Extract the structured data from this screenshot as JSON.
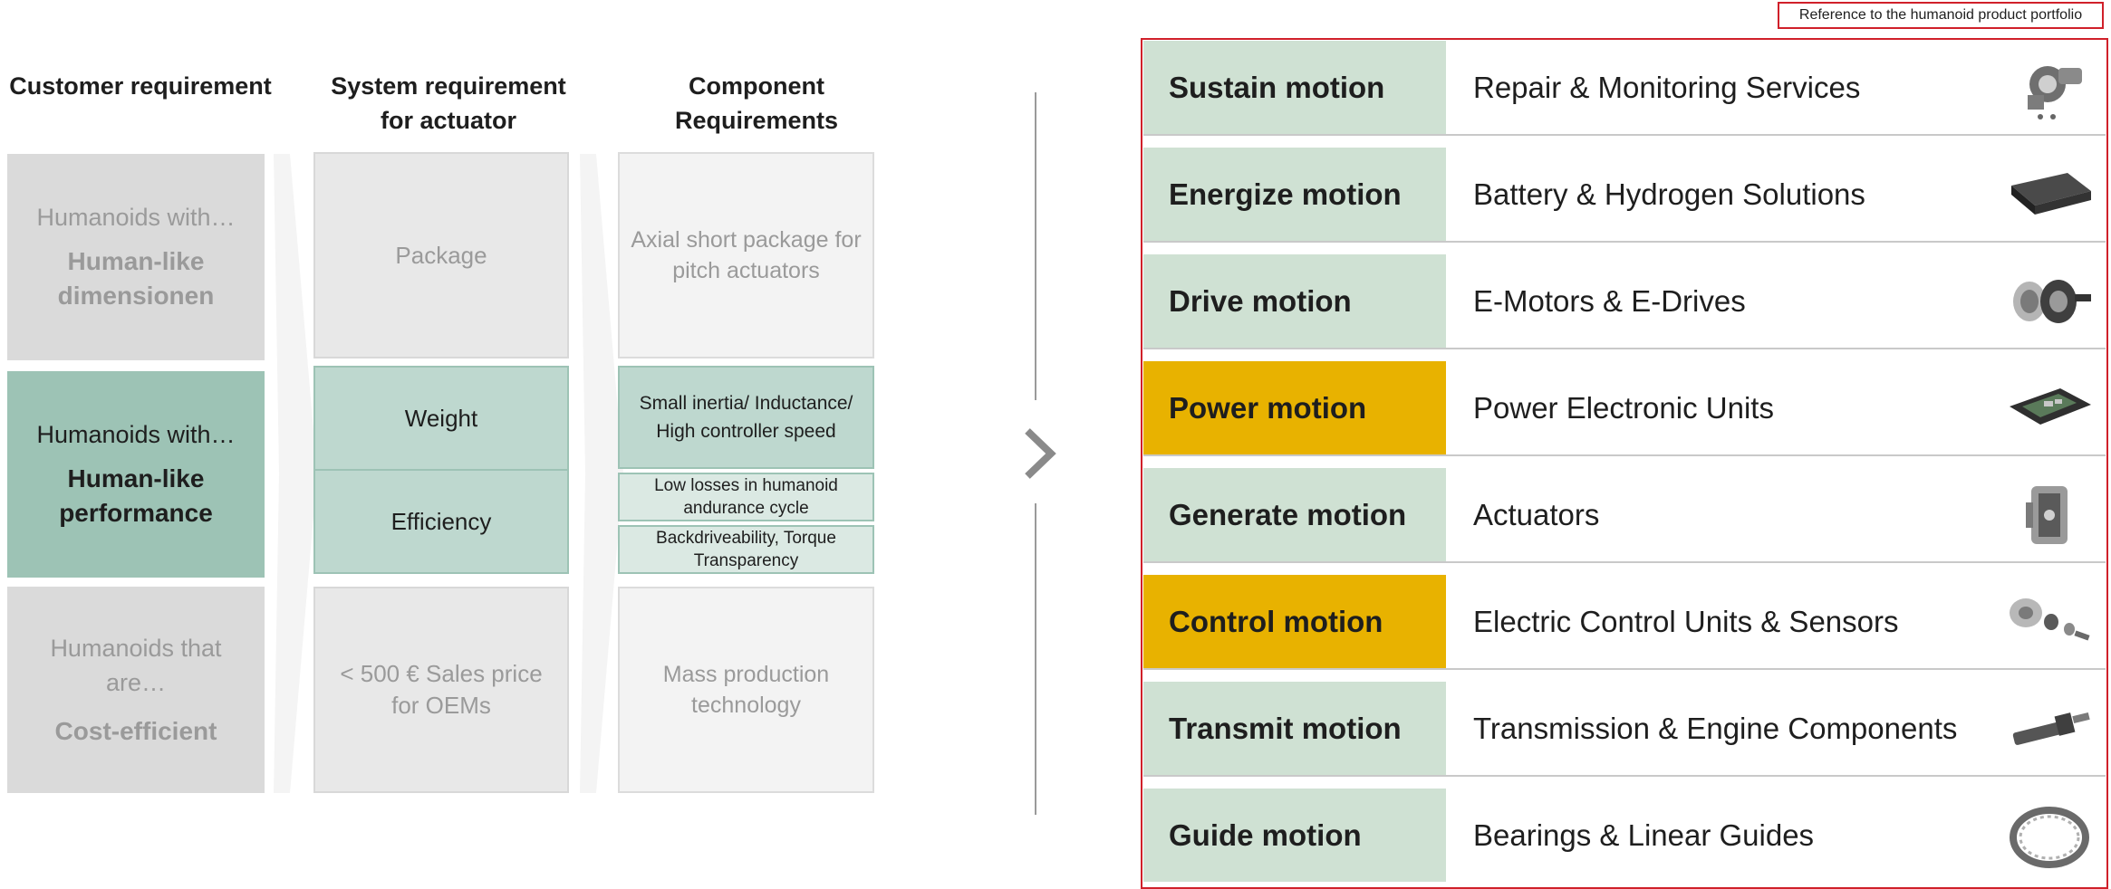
{
  "headers": {
    "customer": "Customer requirement",
    "system": "System requirement\nfor actuator",
    "component": "Component\nRequirements"
  },
  "customer": [
    {
      "intro": "Humanoids with…",
      "strong": "Human-like dimensionen"
    },
    {
      "intro": "Humanoids with…",
      "strong": "Human-like performance"
    },
    {
      "intro": "Humanoids that are…",
      "strong": "Cost-efficient"
    }
  ],
  "system": {
    "package": "Package",
    "weight": "Weight",
    "efficiency": "Efficiency",
    "price": "< 500 € Sales price for OEMs"
  },
  "component": {
    "axial": "Axial short package for pitch actuators",
    "inertia": "Small inertia/ Inductance/ High controller speed",
    "losses": "Low losses in humanoid andurance cycle",
    "backdrive": "Backdriveability, Torque Transparency",
    "mass": "Mass production technology"
  },
  "reference_label": "Reference to the humanoid product portfolio",
  "portfolio": [
    {
      "motion": "Sustain motion",
      "offering": "Repair & Monitoring Services",
      "highlight": false,
      "icon": "service-part-icon"
    },
    {
      "motion": "Energize motion",
      "offering": "Battery & Hydrogen Solutions",
      "highlight": false,
      "icon": "battery-pack-icon"
    },
    {
      "motion": "Drive motion",
      "offering": "E-Motors & E-Drives",
      "highlight": false,
      "icon": "e-motor-icon"
    },
    {
      "motion": "Power motion",
      "offering": "Power Electronic Units",
      "highlight": true,
      "icon": "circuit-board-icon"
    },
    {
      "motion": "Generate motion",
      "offering": "Actuators",
      "highlight": false,
      "icon": "actuator-icon"
    },
    {
      "motion": "Control motion",
      "offering": "Electric Control Units & Sensors",
      "highlight": true,
      "icon": "sensor-icon"
    },
    {
      "motion": "Transmit motion",
      "offering": "Transmission & Engine Components",
      "highlight": false,
      "icon": "gear-shaft-icon"
    },
    {
      "motion": "Guide motion",
      "offering": "Bearings & Linear Guides",
      "highlight": false,
      "icon": "bearing-ring-icon"
    }
  ],
  "colors": {
    "green_dark": "#9dc3b5",
    "green_light": "#cfe1d3",
    "highlight": "#e8b200",
    "frame_red": "#d0202a"
  }
}
